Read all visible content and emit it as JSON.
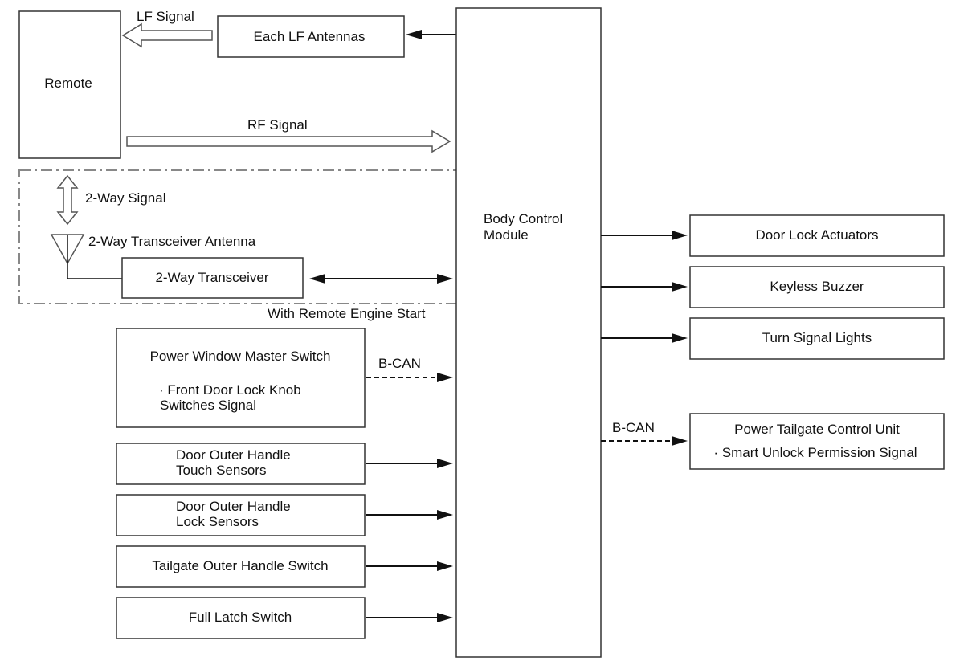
{
  "remote": {
    "label": "Remote"
  },
  "lf_antennas": {
    "label": "Each LF Antennas"
  },
  "signals": {
    "lf": "LF Signal",
    "rf": "RF Signal",
    "two_way": "2-Way Signal",
    "antenna": "2-Way Transceiver Antenna"
  },
  "transceiver": {
    "label": "2-Way Transceiver"
  },
  "remote_start_group": {
    "label": "With Remote Engine Start"
  },
  "bcm": {
    "line1": "Body Control",
    "line2": "Module"
  },
  "power_window_switch": {
    "title": "Power Window Master Switch",
    "line1": "· Front Door Lock Knob",
    "line2": "Switches Signal"
  },
  "bus_labels": {
    "left": "B-CAN",
    "right": "B-CAN"
  },
  "inputs": {
    "touch_sensors": {
      "line1": "Door Outer Handle",
      "line2": "Touch Sensors"
    },
    "lock_sensors": {
      "line1": "Door Outer Handle",
      "line2": "Lock Sensors"
    },
    "tailgate_switch": "Tailgate Outer Handle Switch",
    "full_latch": "Full Latch Switch"
  },
  "outputs": {
    "door_lock": "Door Lock Actuators",
    "buzzer": "Keyless Buzzer",
    "turn_signal": "Turn Signal Lights",
    "tailgate_unit": {
      "title": "Power Tailgate Control Unit",
      "line1": "· Smart Unlock Permission Signal"
    }
  }
}
